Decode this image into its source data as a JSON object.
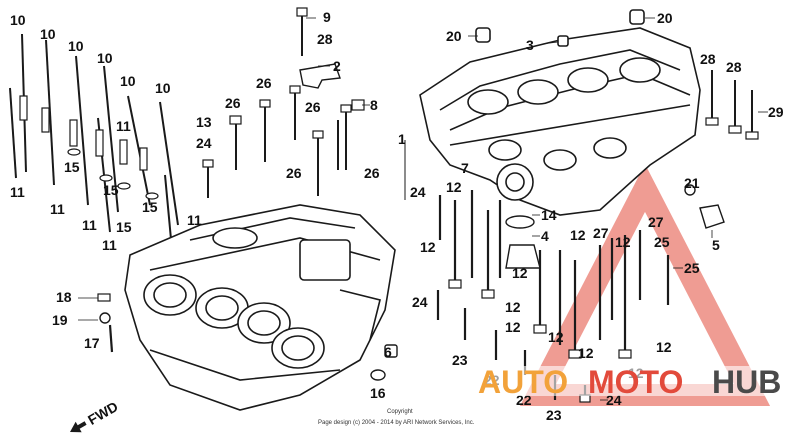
{
  "parts": [
    {
      "label": "10"
    },
    {
      "label": "10"
    },
    {
      "label": "10"
    },
    {
      "label": "10"
    },
    {
      "label": "10"
    },
    {
      "label": "10"
    },
    {
      "label": "11"
    },
    {
      "label": "11"
    },
    {
      "label": "11"
    },
    {
      "label": "11"
    },
    {
      "label": "11"
    },
    {
      "label": "11"
    },
    {
      "label": "15"
    },
    {
      "label": "15"
    },
    {
      "label": "15"
    },
    {
      "label": "15"
    },
    {
      "label": "9"
    },
    {
      "label": "28"
    },
    {
      "label": "2"
    },
    {
      "label": "8"
    },
    {
      "label": "26"
    },
    {
      "label": "26"
    },
    {
      "label": "26"
    },
    {
      "label": "26"
    },
    {
      "label": "26"
    },
    {
      "label": "13"
    },
    {
      "label": "24"
    },
    {
      "label": "1"
    },
    {
      "label": "20"
    },
    {
      "label": "20"
    },
    {
      "label": "3"
    },
    {
      "label": "28"
    },
    {
      "label": "28"
    },
    {
      "label": "29"
    },
    {
      "label": "7"
    },
    {
      "label": "24"
    },
    {
      "label": "12"
    },
    {
      "label": "14"
    },
    {
      "label": "4"
    },
    {
      "label": "12"
    },
    {
      "label": "12"
    },
    {
      "label": "12"
    },
    {
      "label": "12"
    },
    {
      "label": "12"
    },
    {
      "label": "12"
    },
    {
      "label": "12"
    },
    {
      "label": "12"
    },
    {
      "label": "12"
    },
    {
      "label": "12"
    },
    {
      "label": "21"
    },
    {
      "label": "5"
    },
    {
      "label": "27"
    },
    {
      "label": "27"
    },
    {
      "label": "25"
    },
    {
      "label": "25"
    },
    {
      "label": "18"
    },
    {
      "label": "19"
    },
    {
      "label": "17"
    },
    {
      "label": "24"
    },
    {
      "label": "23"
    },
    {
      "label": "22"
    },
    {
      "label": "22"
    },
    {
      "label": "23"
    },
    {
      "label": "24"
    },
    {
      "label": "6"
    },
    {
      "label": "16"
    }
  ],
  "fwd_label": "FWD",
  "watermark": {
    "auto": "AUTO",
    "moto": "MOTO",
    "hub": "HUB"
  },
  "copyright": {
    "line1": "Copyright",
    "line2": "Page design (c) 2004 - 2014 by ARI Network Services, Inc."
  },
  "colors": {
    "line": "#1a1a1a",
    "watermark_red": "#e24a3b",
    "watermark_orange": "#f2a23a",
    "watermark_gray": "#4a4a4a"
  }
}
